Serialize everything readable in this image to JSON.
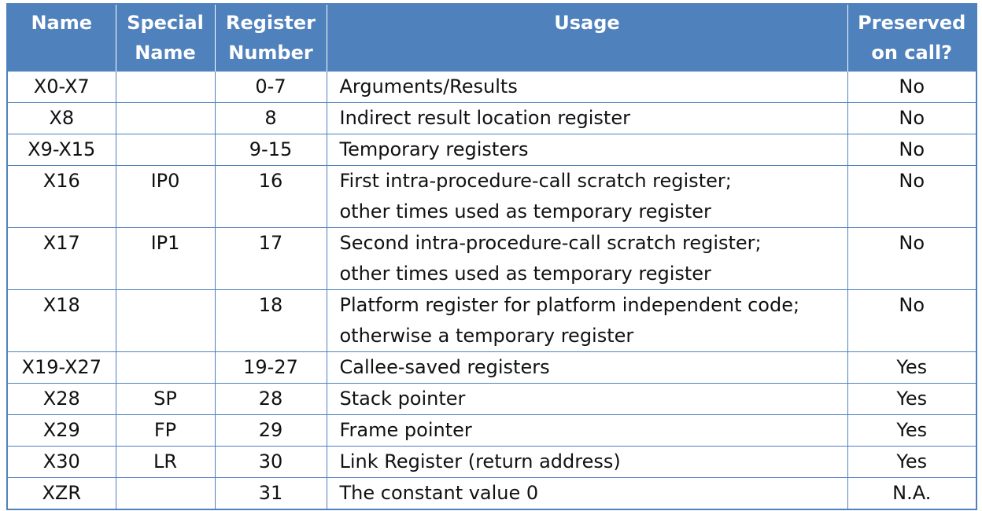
{
  "table": {
    "headers": {
      "name": "Name",
      "special_line1": "Special",
      "special_line2": "Name",
      "register_line1": "Register",
      "register_line2": "Number",
      "usage": "Usage",
      "preserved_line1": "Preserved",
      "preserved_line2": "on call?"
    },
    "rows": [
      {
        "name": "X0-X7",
        "special": "",
        "number": "0-7",
        "usage": [
          "Arguments/Results"
        ],
        "preserved": "No"
      },
      {
        "name": "X8",
        "special": "",
        "number": "8",
        "usage": [
          "Indirect result location register"
        ],
        "preserved": "No"
      },
      {
        "name": "X9-X15",
        "special": "",
        "number": "9-15",
        "usage": [
          "Temporary registers"
        ],
        "preserved": "No"
      },
      {
        "name": "X16",
        "special": "IP0",
        "number": "16",
        "usage": [
          "First intra-procedure-call scratch register;",
          "other times used as temporary register"
        ],
        "preserved": "No"
      },
      {
        "name": "X17",
        "special": "IP1",
        "number": "17",
        "usage": [
          "Second intra-procedure-call scratch register;",
          "other times used as temporary register"
        ],
        "preserved": "No"
      },
      {
        "name": "X18",
        "special": "",
        "number": "18",
        "usage": [
          "Platform register for platform independent code;",
          "otherwise a temporary register"
        ],
        "preserved": "No"
      },
      {
        "name": "X19-X27",
        "special": "",
        "number": "19-27",
        "usage": [
          "Callee-saved registers"
        ],
        "preserved": "Yes"
      },
      {
        "name": "X28",
        "special": "SP",
        "number": "28",
        "usage": [
          "Stack pointer"
        ],
        "preserved": "Yes"
      },
      {
        "name": "X29",
        "special": "FP",
        "number": "29",
        "usage": [
          "Frame pointer"
        ],
        "preserved": "Yes"
      },
      {
        "name": "X30",
        "special": "LR",
        "number": "30",
        "usage": [
          "Link Register (return address)"
        ],
        "preserved": "Yes"
      },
      {
        "name": "XZR",
        "special": "",
        "number": "31",
        "usage": [
          "The constant value 0"
        ],
        "preserved": "N.A."
      }
    ]
  }
}
